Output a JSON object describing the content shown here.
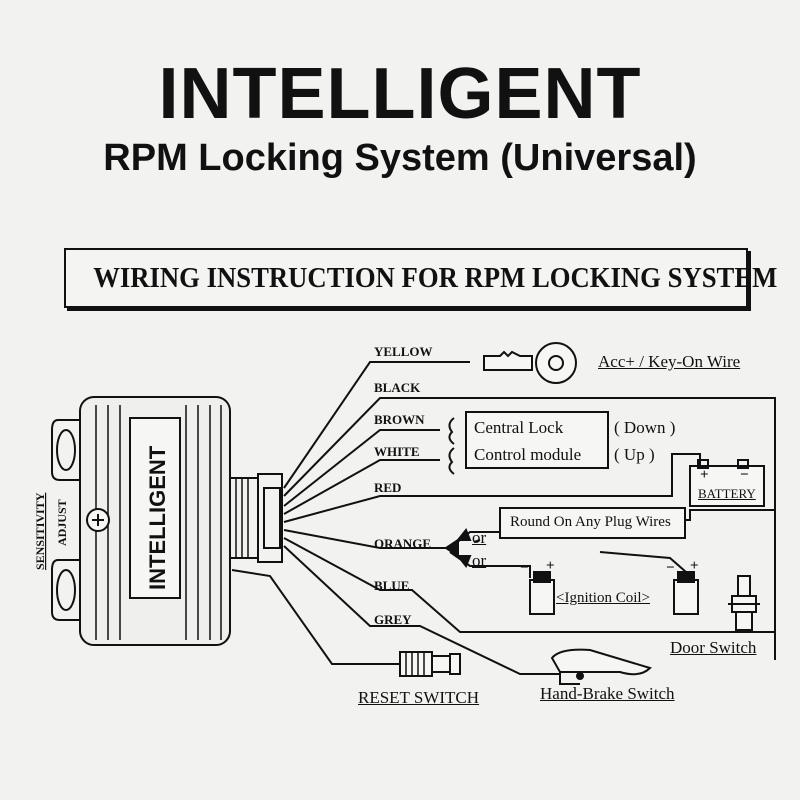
{
  "title": "INTELLIGENT",
  "subtitle": "RPM Locking System (Universal)",
  "banner": "WIRING INSTRUCTION FOR RPM LOCKING SYSTEM",
  "module": {
    "name": "INTELLIGENT",
    "adjust_side_label": "SENSITIVITY",
    "adjust_label": "ADJUST"
  },
  "wires": {
    "yellow": "YELLOW",
    "black": "BLACK",
    "brown": "BROWN",
    "white": "WHITE",
    "red": "RED",
    "orange": "ORANGE",
    "blue": "BLUE",
    "grey": "GREY"
  },
  "labels": {
    "acc_key": "Acc+ / Key-On Wire",
    "central_lock_line1": "Central Lock",
    "central_lock_line2": "Control module",
    "down": "( Down )",
    "up": "( Up )",
    "battery": "BATTERY",
    "plus": "+",
    "minus": "−",
    "or1": "or",
    "or2": "or",
    "round_on": "Round On Any Plug Wires",
    "ignition_coil": "<Ignition Coil>",
    "door_switch": "Door Switch",
    "reset_switch": "RESET SWITCH",
    "hand_brake": "Hand-Brake Switch"
  }
}
